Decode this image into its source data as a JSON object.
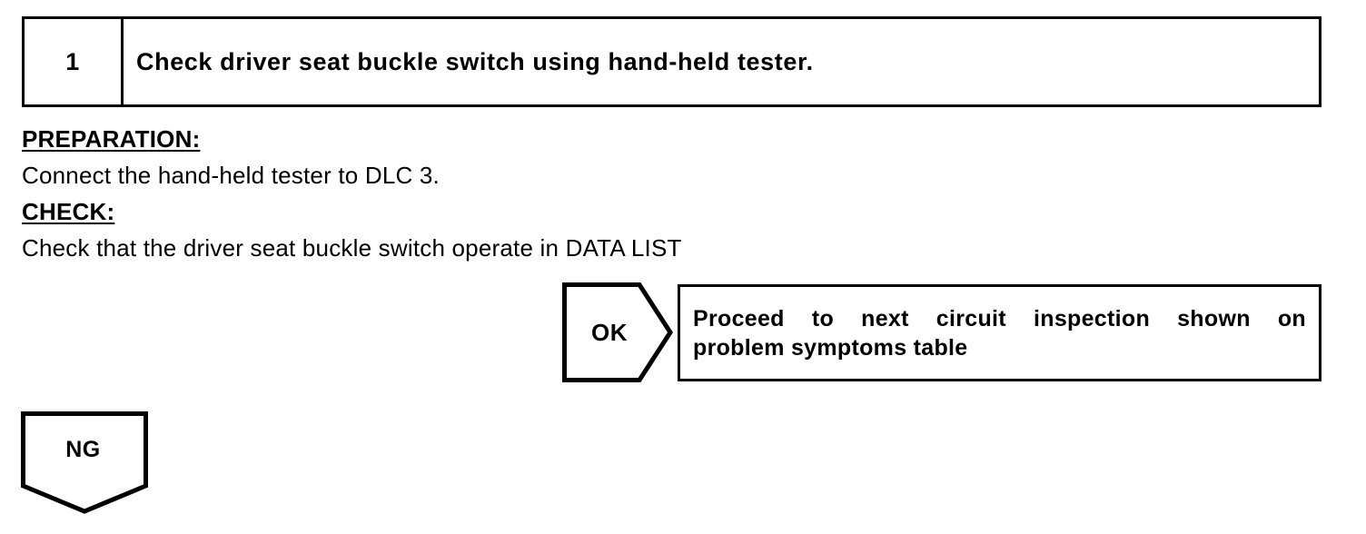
{
  "step": {
    "number": "1",
    "title": "Check driver seat buckle switch using hand-held tester."
  },
  "instructions": [
    {
      "label": "PREPARATION:",
      "text": "Connect the hand-held tester to DLC 3."
    },
    {
      "label": "CHECK:",
      "text": "Check that the driver seat buckle switch operate in DATA LIST"
    }
  ],
  "branches": {
    "ok": {
      "marker": "OK",
      "result_line_1": "Proceed to next circuit inspection shown on",
      "result_line_2": "problem symptoms table"
    },
    "ng": {
      "marker": "NG"
    }
  },
  "colors": {
    "ink": "#000000",
    "paper": "#ffffff"
  }
}
